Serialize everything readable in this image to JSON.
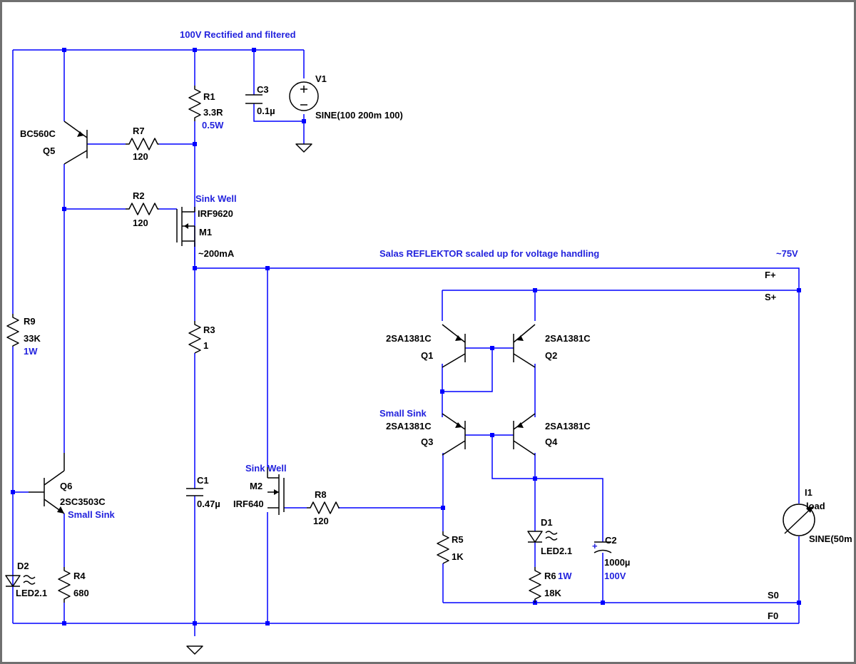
{
  "notes": {
    "supply": "100V Rectified and filtered",
    "reflektor": "Salas REFLEKTOR scaled up for voltage handling",
    "out_voltage": "~75V",
    "current": "~200mA"
  },
  "nets": {
    "f_plus": "F+",
    "s_plus": "S+",
    "s_zero": "S0",
    "f_zero": "F0"
  },
  "components": {
    "V1": {
      "ref": "V1",
      "value": "SINE(100 200m 100)"
    },
    "C3": {
      "ref": "C3",
      "value": "0.1µ"
    },
    "R1": {
      "ref": "R1",
      "value": "3.3R",
      "extra": "0.5W"
    },
    "R7": {
      "ref": "R7",
      "value": "120"
    },
    "R2": {
      "ref": "R2",
      "value": "120"
    },
    "Q5": {
      "ref": "Q5",
      "value": "BC560C"
    },
    "M1": {
      "ref": "M1",
      "value": "IRF9620",
      "note": "Sink Well"
    },
    "R9": {
      "ref": "R9",
      "value": "33K",
      "extra": "1W"
    },
    "R3": {
      "ref": "R3",
      "value": "1"
    },
    "C1": {
      "ref": "C1",
      "value": "0.47µ"
    },
    "Q6": {
      "ref": "Q6",
      "value": "2SC3503C",
      "note": "Small Sink"
    },
    "D2": {
      "ref": "D2",
      "value": "LED2.1"
    },
    "R4": {
      "ref": "R4",
      "value": "680"
    },
    "M2": {
      "ref": "M2",
      "value": "IRF640",
      "note": "Sink Well"
    },
    "R8": {
      "ref": "R8",
      "value": "120"
    },
    "Q1": {
      "ref": "Q1",
      "value": "2SA1381C"
    },
    "Q2": {
      "ref": "Q2",
      "value": "2SA1381C"
    },
    "Q3": {
      "ref": "Q3",
      "value": "2SA1381C",
      "note": "Small Sink"
    },
    "Q4": {
      "ref": "Q4",
      "value": "2SA1381C"
    },
    "R5": {
      "ref": "R5",
      "value": "1K"
    },
    "D1": {
      "ref": "D1",
      "value": "LED2.1"
    },
    "R6": {
      "ref": "R6",
      "value": "18K",
      "extra": "1W"
    },
    "C2": {
      "ref": "C2",
      "value": "1000µ",
      "extra": "100V"
    },
    "I1": {
      "ref": "I1",
      "value": "load",
      "extra": "SINE(50m"
    }
  },
  "colors": {
    "wire": "#0000ff",
    "component": "#000000",
    "annotation": "#2222dd",
    "frame": "#707070"
  }
}
